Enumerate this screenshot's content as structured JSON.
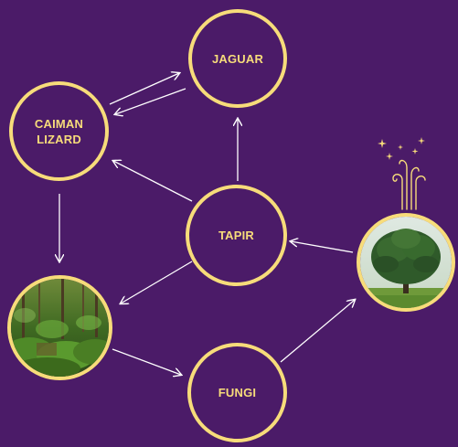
{
  "diagram": {
    "nodes": [
      {
        "id": "jaguar",
        "label": "JAGUAR",
        "kind": "text"
      },
      {
        "id": "caiman",
        "label": "CAIMAN\nLIZARD",
        "kind": "text"
      },
      {
        "id": "tapir",
        "label": "TAPIR",
        "kind": "text"
      },
      {
        "id": "forest-undergrowth",
        "label": "",
        "kind": "image",
        "image": "forest-undergrowth-photo"
      },
      {
        "id": "fungi",
        "label": "FUNGI",
        "kind": "text"
      },
      {
        "id": "tree",
        "label": "",
        "kind": "image",
        "image": "tree-photo"
      }
    ],
    "edges": [
      {
        "from": "caiman",
        "to": "jaguar"
      },
      {
        "from": "jaguar",
        "to": "caiman"
      },
      {
        "from": "tapir",
        "to": "jaguar"
      },
      {
        "from": "tapir",
        "to": "caiman"
      },
      {
        "from": "caiman",
        "to": "forest-undergrowth"
      },
      {
        "from": "tapir",
        "to": "forest-undergrowth"
      },
      {
        "from": "forest-undergrowth",
        "to": "fungi"
      },
      {
        "from": "fungi",
        "to": "tree"
      },
      {
        "from": "tree",
        "to": "tapir"
      }
    ],
    "decorations": [
      {
        "icon": "spores-icon",
        "near": "tree"
      }
    ]
  },
  "colors": {
    "background": "#4b1b68",
    "node_border": "#f7dc7a",
    "label_text": "#f7dc7a",
    "arrow": "#ffffff"
  }
}
